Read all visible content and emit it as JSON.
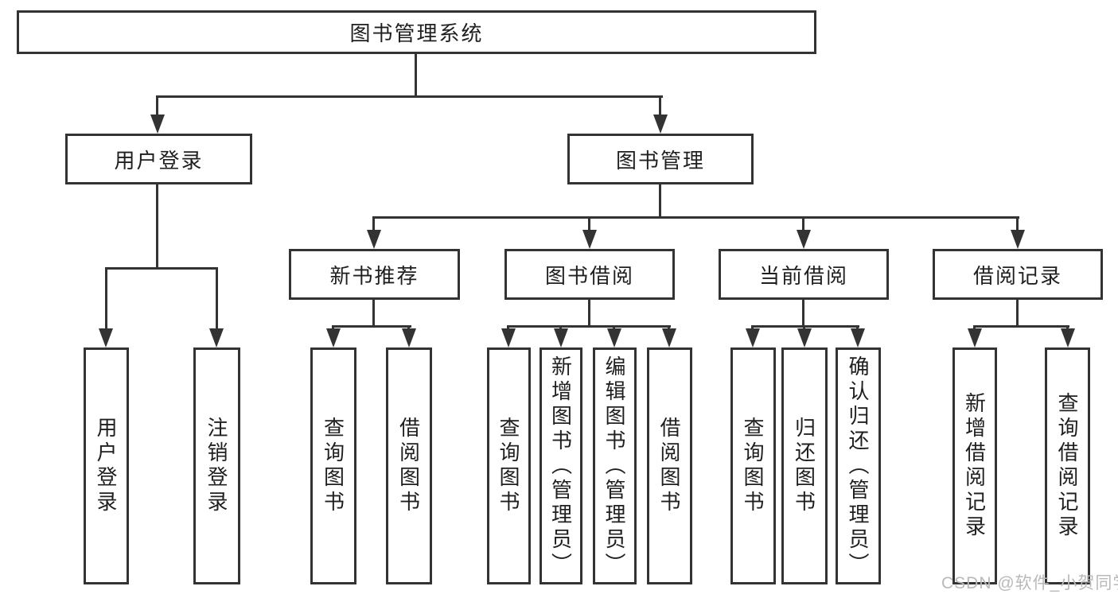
{
  "diagram": {
    "title": "图书管理系统",
    "branches": [
      {
        "label": "用户登录",
        "children": [
          "用户登录",
          "注销登录"
        ]
      },
      {
        "label": "图书管理",
        "children": [
          {
            "label": "新书推荐",
            "children": [
              "查询图书",
              "借阅图书"
            ]
          },
          {
            "label": "图书借阅",
            "children": [
              "查询图书",
              "新增图书（管理员）",
              "编辑图书（管理员）",
              "借阅图书"
            ]
          },
          {
            "label": "当前借阅",
            "children": [
              "查询图书",
              "归还图书",
              "确认归还（管理员）"
            ]
          },
          {
            "label": "借阅记录",
            "children": [
              "新增借阅记录",
              "查询借阅记录"
            ]
          }
        ]
      }
    ]
  },
  "watermark": {
    "text": "CSDN @软件_小贺同学"
  },
  "colors": {
    "line": "#333333",
    "text": "#1f1f1f",
    "watermark": "#b9b9b9",
    "background": "#ffffff"
  }
}
